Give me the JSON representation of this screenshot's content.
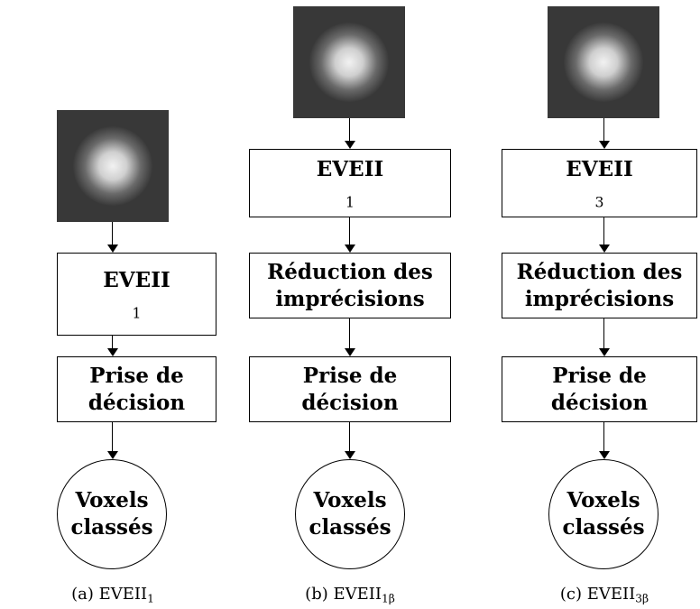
{
  "panels": [
    {
      "boxes": [
        {
          "lines": [
            "EVEII"
          ],
          "subscript": "1"
        },
        {
          "lines": [
            "Prise de",
            "décision"
          ],
          "subscript": ""
        }
      ],
      "result": [
        "Voxels",
        "classés"
      ],
      "caption": {
        "prefix": "(a) ",
        "main": "EVEII",
        "subscript": "1"
      }
    },
    {
      "boxes": [
        {
          "lines": [
            "EVEII"
          ],
          "subscript": "1"
        },
        {
          "lines": [
            "Réduction des",
            "imprécisions"
          ],
          "subscript": ""
        },
        {
          "lines": [
            "Prise de",
            "décision"
          ],
          "subscript": ""
        }
      ],
      "result": [
        "Voxels",
        "classés"
      ],
      "caption": {
        "prefix": "(b) ",
        "main": "EVEII",
        "subscript": "1β"
      }
    },
    {
      "boxes": [
        {
          "lines": [
            "EVEII"
          ],
          "subscript": "3"
        },
        {
          "lines": [
            "Réduction des",
            "imprécisions"
          ],
          "subscript": ""
        },
        {
          "lines": [
            "Prise de",
            "décision"
          ],
          "subscript": ""
        }
      ],
      "result": [
        "Voxels",
        "classés"
      ],
      "caption": {
        "prefix": "(c) ",
        "main": "EVEII",
        "subscript": "3β"
      }
    }
  ]
}
